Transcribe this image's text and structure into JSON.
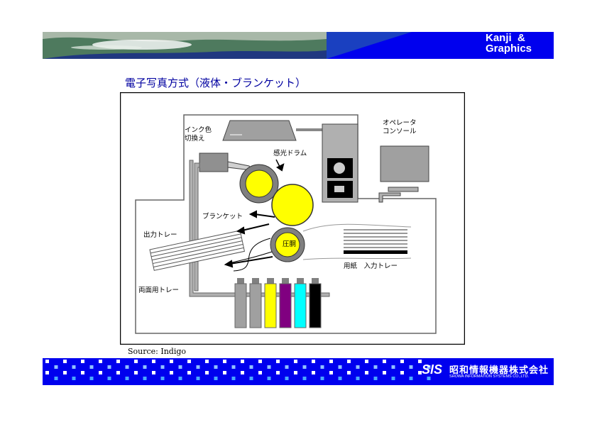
{
  "header": {
    "brand_line1": "Kanji  &",
    "brand_line2": "Graphics"
  },
  "slide": {
    "title": "電子写真方式（液体・ブランケット）",
    "source": "Source: Indigo"
  },
  "diagram": {
    "labels": {
      "ink_switch": "インク色",
      "ink_switch_2": "切換え",
      "photo_drum": "感光ドラム",
      "operator_console": "オペレータ",
      "operator_console_2": "コンソール",
      "blanket": "ブランケット",
      "output_tray": "出力トレー",
      "impression": "圧胴",
      "paper_input_tray": "用紙　入力トレー",
      "duplex_tray": "両面用トレー"
    },
    "ink_colors": [
      "#a0a0a0",
      "#a0a0a0",
      "#ffff00",
      "#800080",
      "#00ffff",
      "#000000"
    ],
    "drum_fill": "#ffff00",
    "drum_ring": "#808080"
  },
  "footer": {
    "logo": "SIS",
    "company_name": "昭和情報機器株式会社",
    "company_name_en": "SHOWA INFORMATION SYSTEMS CO.,LTD."
  },
  "colors": {
    "banner_blue": "#0000ee",
    "title_blue": "#0000a0"
  }
}
